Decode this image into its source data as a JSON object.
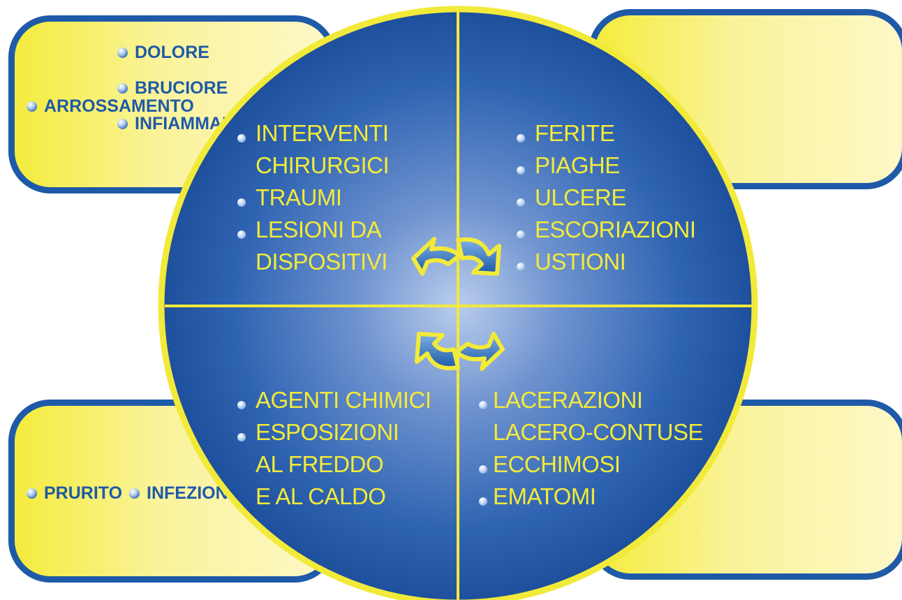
{
  "colors": {
    "accent_blue": "#1e5aa8",
    "yellow": "#f2ea3a",
    "box_fill_light": "#fdf8c8"
  },
  "corners": {
    "top_left": [
      "ARROSSAMENTO"
    ],
    "top_right": [
      "DOLORE",
      "BRUCIORE",
      "INFIAMMAZIONE"
    ],
    "bottom_left": [
      "PRURITO"
    ],
    "bottom_right": [
      "INFEZIONE"
    ]
  },
  "quadrants": {
    "top_left": [
      {
        "text": "INTERVENTI",
        "bullet": true
      },
      {
        "text": "CHIRURGICI",
        "bullet": false
      },
      {
        "text": "TRAUMI",
        "bullet": true
      },
      {
        "text": "LESIONI DA",
        "bullet": true
      },
      {
        "text": "DISPOSITIVI",
        "bullet": false
      }
    ],
    "top_right": [
      {
        "text": "FERITE",
        "bullet": true
      },
      {
        "text": "PIAGHE",
        "bullet": true
      },
      {
        "text": "ULCERE",
        "bullet": true
      },
      {
        "text": "ESCORIAZIONI",
        "bullet": true
      },
      {
        "text": "USTIONI",
        "bullet": true
      }
    ],
    "bottom_left": [
      {
        "text": "AGENTI CHIMICI",
        "bullet": true
      },
      {
        "text": "ESPOSIZIONI",
        "bullet": true
      },
      {
        "text": "AL FREDDO",
        "bullet": false
      },
      {
        "text": "E AL CALDO",
        "bullet": false
      }
    ],
    "bottom_right": [
      {
        "text": "LACERAZIONI",
        "bullet": true
      },
      {
        "text": "LACERO-CONTUSE",
        "bullet": false
      },
      {
        "text": "ECCHIMOSI",
        "bullet": true
      },
      {
        "text": "EMATOMI",
        "bullet": true
      }
    ]
  },
  "center_icon": "recycle-arrows-icon"
}
